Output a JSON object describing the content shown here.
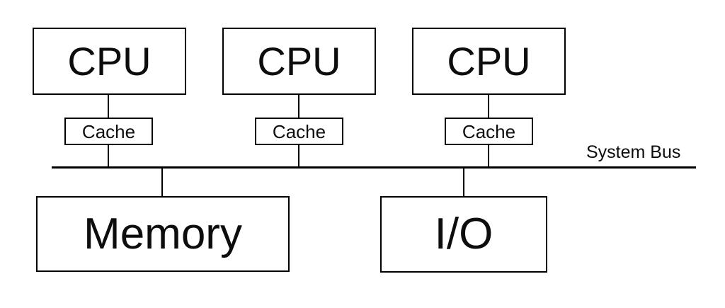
{
  "diagram": {
    "type": "block-diagram",
    "description": "Shared-bus multiprocessor architecture",
    "bus": {
      "label": "System Bus",
      "orientation": "horizontal"
    },
    "nodes": {
      "cpus": [
        {
          "label": "CPU"
        },
        {
          "label": "CPU"
        },
        {
          "label": "CPU"
        }
      ],
      "caches": [
        {
          "label": "Cache"
        },
        {
          "label": "Cache"
        },
        {
          "label": "Cache"
        }
      ],
      "memory": {
        "label": "Memory"
      },
      "io": {
        "label": "I/O"
      }
    },
    "edges": [
      "cpu1-cache1",
      "cpu2-cache2",
      "cpu3-cache3",
      "cache1-bus",
      "cache2-bus",
      "cache3-bus",
      "bus-memory",
      "bus-io"
    ],
    "colors": {
      "line": "#000000",
      "background": "#ffffff",
      "text": "#0d0d0d"
    }
  }
}
